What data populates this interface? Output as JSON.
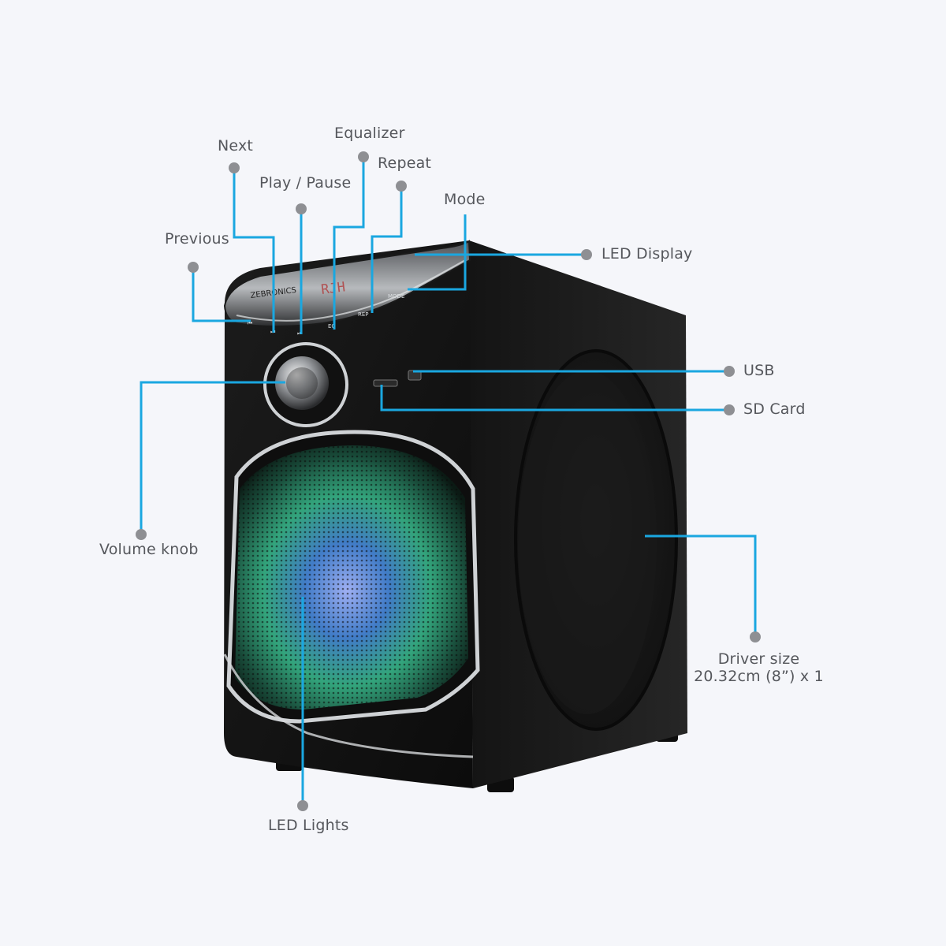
{
  "colors": {
    "background": "#f5f6fa",
    "callout_line": "#1aa7e0",
    "callout_dot": "#8e8f93",
    "label_text": "#55575c",
    "cabinet": "#141414",
    "cabinet_side": "#1e1e1e",
    "led_glow_green": "#3fd6a0",
    "led_glow_blue": "#4a8fe8",
    "display_text": "#b03030"
  },
  "product": {
    "brand": "ZEBRONICS",
    "display_readout": "RJH",
    "panel_buttons": [
      "⏮",
      "⏭",
      "⏯",
      "EQ",
      "REP",
      "MODE"
    ]
  },
  "callouts": {
    "previous": "Previous",
    "next": "Next",
    "play_pause": "Play / Pause",
    "equalizer": "Equalizer",
    "repeat": "Repeat",
    "mode": "Mode",
    "led_display": "LED Display",
    "usb": "USB",
    "sd_card": "SD Card",
    "volume_knob": "Volume knob",
    "driver_size_line1": "Driver size",
    "driver_size_line2": "20.32cm (8”) x 1",
    "led_lights": "LED Lights"
  }
}
